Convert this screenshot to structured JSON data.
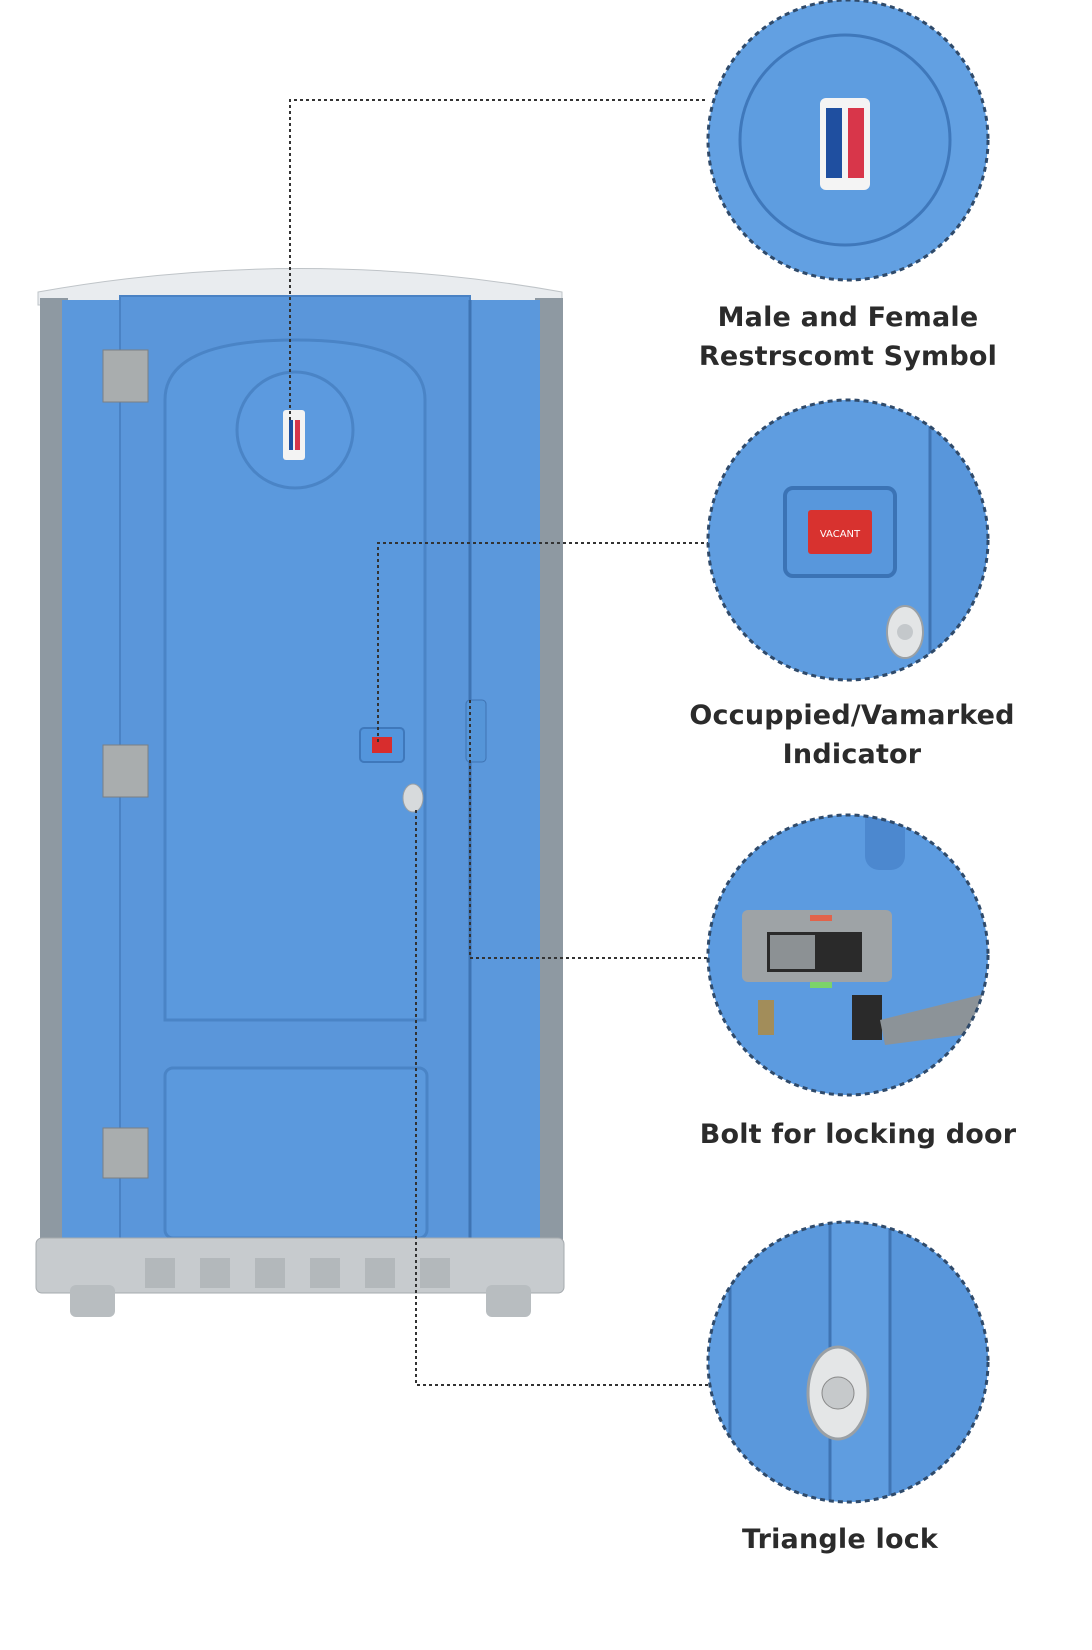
{
  "colors": {
    "body_blue": "#5b98dc",
    "frame_grey": "#8f9aa3",
    "base_grey": "#c9cdd0",
    "callout_dash": "#2f4a6a"
  },
  "callouts": [
    {
      "id": "symbol",
      "title_line1": "Male and Female",
      "title_line2": "Restrscomt Symbol"
    },
    {
      "id": "indicator",
      "title_line1": "Occuppied/Vamarked",
      "title_line2": "Indicator",
      "badge_text": "VACANT"
    },
    {
      "id": "bolt",
      "title_line1": "Bolt for locking door"
    },
    {
      "id": "lock",
      "title_line1": "Triangle lock"
    }
  ]
}
